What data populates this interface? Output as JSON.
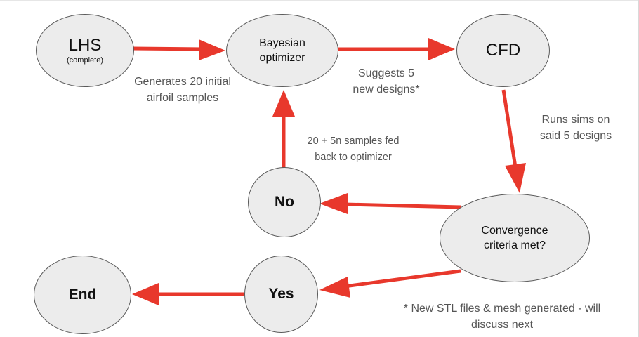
{
  "nodes": {
    "lhs": {
      "title": "LHS",
      "subtitle": "(complete)"
    },
    "bayesian": {
      "line1": "Bayesian",
      "line2": "optimizer"
    },
    "cfd": {
      "title": "CFD"
    },
    "convergence": {
      "line1": "Convergence",
      "line2": "criteria met?"
    },
    "no": {
      "title": "No"
    },
    "yes": {
      "title": "Yes"
    },
    "end": {
      "title": "End"
    }
  },
  "labels": {
    "generates": "Generates 20 initial\nairfoil samples",
    "suggests": "Suggests 5\nnew designs*",
    "runs": "Runs sims on\nsaid 5 designs",
    "fed_back": "20 + 5n samples fed\nback to optimizer",
    "footnote": "* New STL files & mesh generated - will\ndiscuss next"
  },
  "colors": {
    "arrow": "#e8382c",
    "node_fill": "#ececec",
    "node_stroke": "#5a5a5a",
    "label_text": "#555555"
  }
}
